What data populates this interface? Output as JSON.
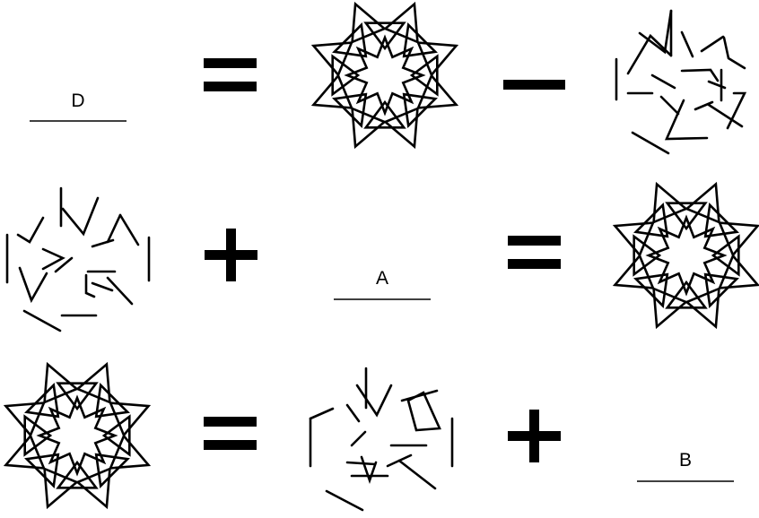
{
  "puzzle": {
    "rows": [
      {
        "cells": [
          {
            "type": "blank",
            "label": "D"
          },
          {
            "type": "operator",
            "symbol": "equals"
          },
          {
            "type": "figure",
            "figure": "full-star"
          },
          {
            "type": "operator",
            "symbol": "minus"
          },
          {
            "type": "figure",
            "figure": "fragments-1"
          }
        ]
      },
      {
        "cells": [
          {
            "type": "figure",
            "figure": "fragments-2"
          },
          {
            "type": "operator",
            "symbol": "plus"
          },
          {
            "type": "blank",
            "label": "A"
          },
          {
            "type": "operator",
            "symbol": "equals"
          },
          {
            "type": "figure",
            "figure": "full-star"
          }
        ]
      },
      {
        "cells": [
          {
            "type": "figure",
            "figure": "full-star"
          },
          {
            "type": "operator",
            "symbol": "equals"
          },
          {
            "type": "figure",
            "figure": "fragments-3"
          },
          {
            "type": "operator",
            "symbol": "plus"
          },
          {
            "type": "blank",
            "label": "B"
          }
        ]
      }
    ]
  },
  "colors": {
    "ink": "#000000",
    "background": "#ffffff"
  }
}
